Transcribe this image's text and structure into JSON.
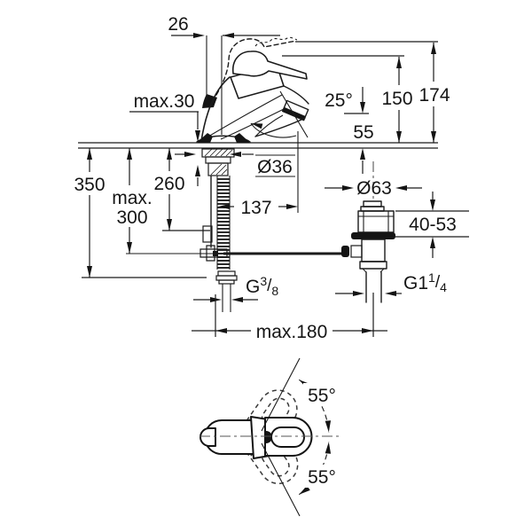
{
  "diagram": {
    "type": "technical-drawing",
    "subject": "Single-lever basin mixer faucet: installation dimensions, side view and top view with swivel range",
    "units": "mm",
    "line_color": "#1b1b1b",
    "background_color": "#ffffff",
    "side_view": {
      "dims": {
        "lever_overhang": "26",
        "max_deck_thickness": "max.30",
        "aerator_angle": "25°",
        "spout_height": "55",
        "lever_height": "150",
        "lever_raised_height": "174",
        "hose_length_350": "350",
        "rod_max_line1": "max.",
        "rod_max_line2": "300",
        "hose_length_260": "260",
        "base_diameter": "Ø36",
        "spout_reach": "137",
        "waste_flange_diameter": "Ø63",
        "basin_clamp_range": "40-53",
        "supply_thread": {
          "prefix": "G",
          "sup": "3",
          "slash": "/",
          "sub": "8"
        },
        "waste_thread": {
          "prefix": "G1",
          "sup": "1",
          "slash": "/",
          "sub": "4"
        },
        "max_rod_distance": "max.180"
      }
    },
    "top_view": {
      "swivel_up": "55°",
      "swivel_down": "55°"
    }
  }
}
